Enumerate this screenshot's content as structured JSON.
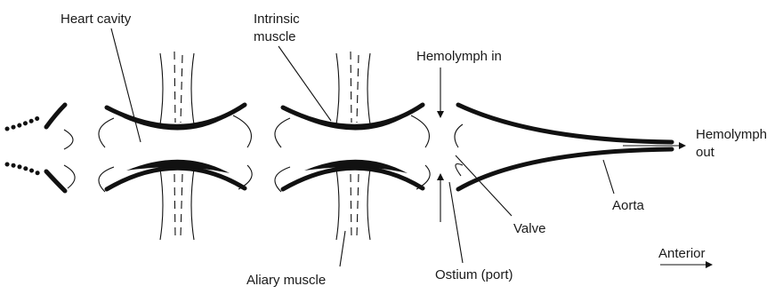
{
  "labels": {
    "heart_cavity": "Heart cavity",
    "intrinsic_muscle_line1": "Intrinsic",
    "intrinsic_muscle_line2": "muscle",
    "hemolymph_in": "Hemolymph in",
    "hemolymph_out_line1": "Hemolymph",
    "hemolymph_out_line2": "out",
    "aorta": "Aorta",
    "valve": "Valve",
    "anterior": "Anterior",
    "aliary_muscle": "Aliary muscle",
    "ostium": "Ostium (port)"
  }
}
